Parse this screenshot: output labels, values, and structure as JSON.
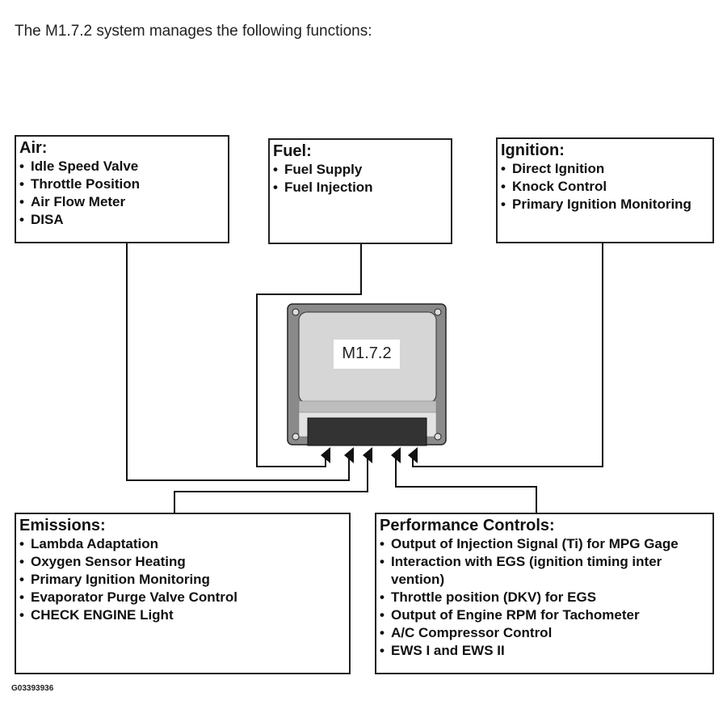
{
  "intro": "The M1.7.2 system manages the following functions:",
  "ecu_label": "M1.7.2",
  "figure_id": "G03393936",
  "boxes": {
    "air": {
      "title": "Air:",
      "items": [
        "Idle Speed Valve",
        "Throttle Position",
        "Air Flow Meter",
        "DISA"
      ]
    },
    "fuel": {
      "title": "Fuel:",
      "items": [
        "Fuel Supply",
        "Fuel Injection"
      ]
    },
    "ignition": {
      "title": "Ignition:",
      "items": [
        "Direct Ignition",
        "Knock Control",
        "Primary Ignition Monitoring"
      ]
    },
    "emissions": {
      "title": "Emissions:",
      "items": [
        "Lambda Adaptation",
        "Oxygen Sensor Heating",
        "Primary Ignition Monitoring",
        "Evaporator Purge Valve Control",
        "CHECK ENGINE Light"
      ]
    },
    "performance": {
      "title": "Performance Controls:",
      "items": [
        "Output of Injection Signal (Ti) for MPG Gage",
        "Interaction with EGS (ignition timing inter vention)",
        "Throttle position (DKV) for EGS",
        "Output of Engine RPM for Tachometer",
        "A/C Compressor Control",
        "EWS I and EWS II"
      ]
    }
  },
  "bullet": "•"
}
